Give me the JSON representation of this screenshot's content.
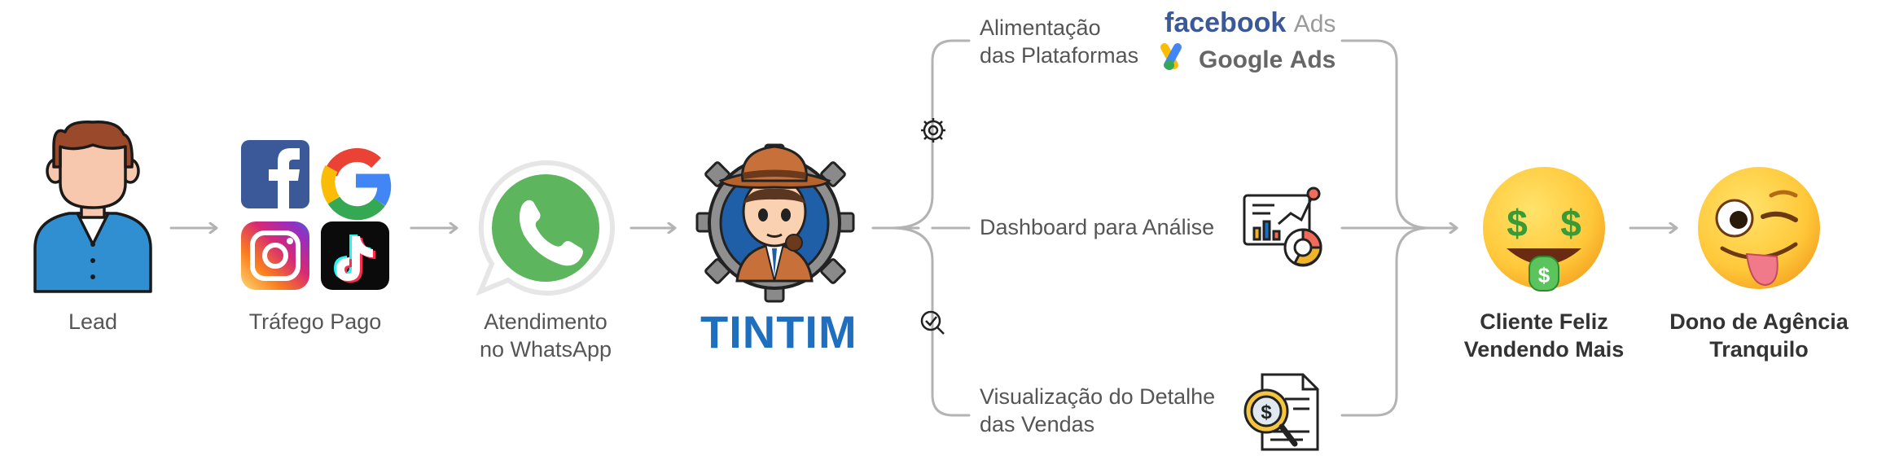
{
  "nodes": {
    "lead": {
      "label": "Lead"
    },
    "paid_traffic": {
      "label": "Tráfego Pago"
    },
    "whatsapp": {
      "label_line1": "Atendimento",
      "label_line2": "no WhatsApp"
    },
    "tintim": {
      "label": "TINTIM"
    },
    "platform_feed": {
      "label_line1": "Alimentação",
      "label_line2": "das Plataformas"
    },
    "dashboard": {
      "label": "Dashboard para Análise"
    },
    "sales_detail": {
      "label_line1": "Visualização do Detalhe",
      "label_line2": "das Vendas"
    },
    "happy_client": {
      "label_line1": "Cliente Feliz",
      "label_line2": "Vendendo Mais"
    },
    "agency_owner": {
      "label_line1": "Dono de Agência",
      "label_line2": "Tranquilo"
    }
  },
  "platforms": {
    "facebook": {
      "brand": "facebook",
      "suffix": "Ads"
    },
    "google": {
      "brand": "Google",
      "suffix": "Ads"
    }
  },
  "colors": {
    "arrow": "#b3b3b3",
    "tintim_blue": "#1f6fc1",
    "facebook_blue": "#3b5998",
    "whatsapp_green": "#5db55e"
  },
  "icons": [
    "person-icon",
    "facebook-icon",
    "google-icon",
    "instagram-icon",
    "tiktok-icon",
    "whatsapp-icon",
    "tintim-detective-icon",
    "gear-icon",
    "magnifier-check-icon",
    "dashboard-chart-icon",
    "sales-document-icon",
    "money-face-emoji",
    "wink-tongue-emoji"
  ]
}
